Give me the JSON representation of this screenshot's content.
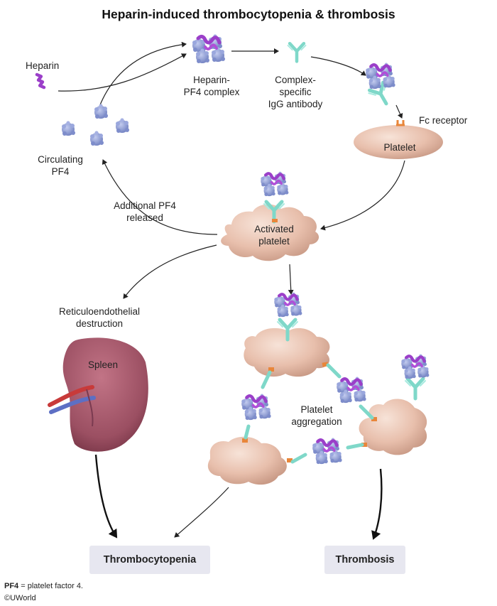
{
  "title": "Heparin-induced thrombocytopenia & thrombosis",
  "labels": {
    "heparin": "Heparin",
    "complex_line1": "Heparin-",
    "complex_line2": "PF4 complex",
    "antibody_line1": "Complex-",
    "antibody_line2": "specific",
    "antibody_line3": "IgG antibody",
    "fc_receptor": "Fc receptor",
    "platelet": "Platelet",
    "circulating_line1": "Circulating",
    "circulating_line2": "PF4",
    "additional_line1": "Additional PF4",
    "additional_line2": "released",
    "activated_line1": "Activated",
    "activated_line2": "platelet",
    "reticulo_line1": "Reticuloendothelial",
    "reticulo_line2": "destruction",
    "spleen": "Spleen",
    "aggregation_line1": "Platelet",
    "aggregation_line2": "aggregation"
  },
  "outcomes": {
    "thrombocytopenia": "Thrombocytopenia",
    "thrombosis": "Thrombosis"
  },
  "footnote": {
    "abbr": "PF4",
    "definition": " = platelet factor 4.",
    "copyright": "©UWorld"
  },
  "colors": {
    "heparin": "#9b3fc9",
    "pf4": "#8f9ed6",
    "antibody": "#7fd8c9",
    "fc_receptor": "#e8863a",
    "platelet": "#e9c2b0",
    "spleen": "#9b4f62",
    "outcome_box": "#e7e7f0"
  }
}
